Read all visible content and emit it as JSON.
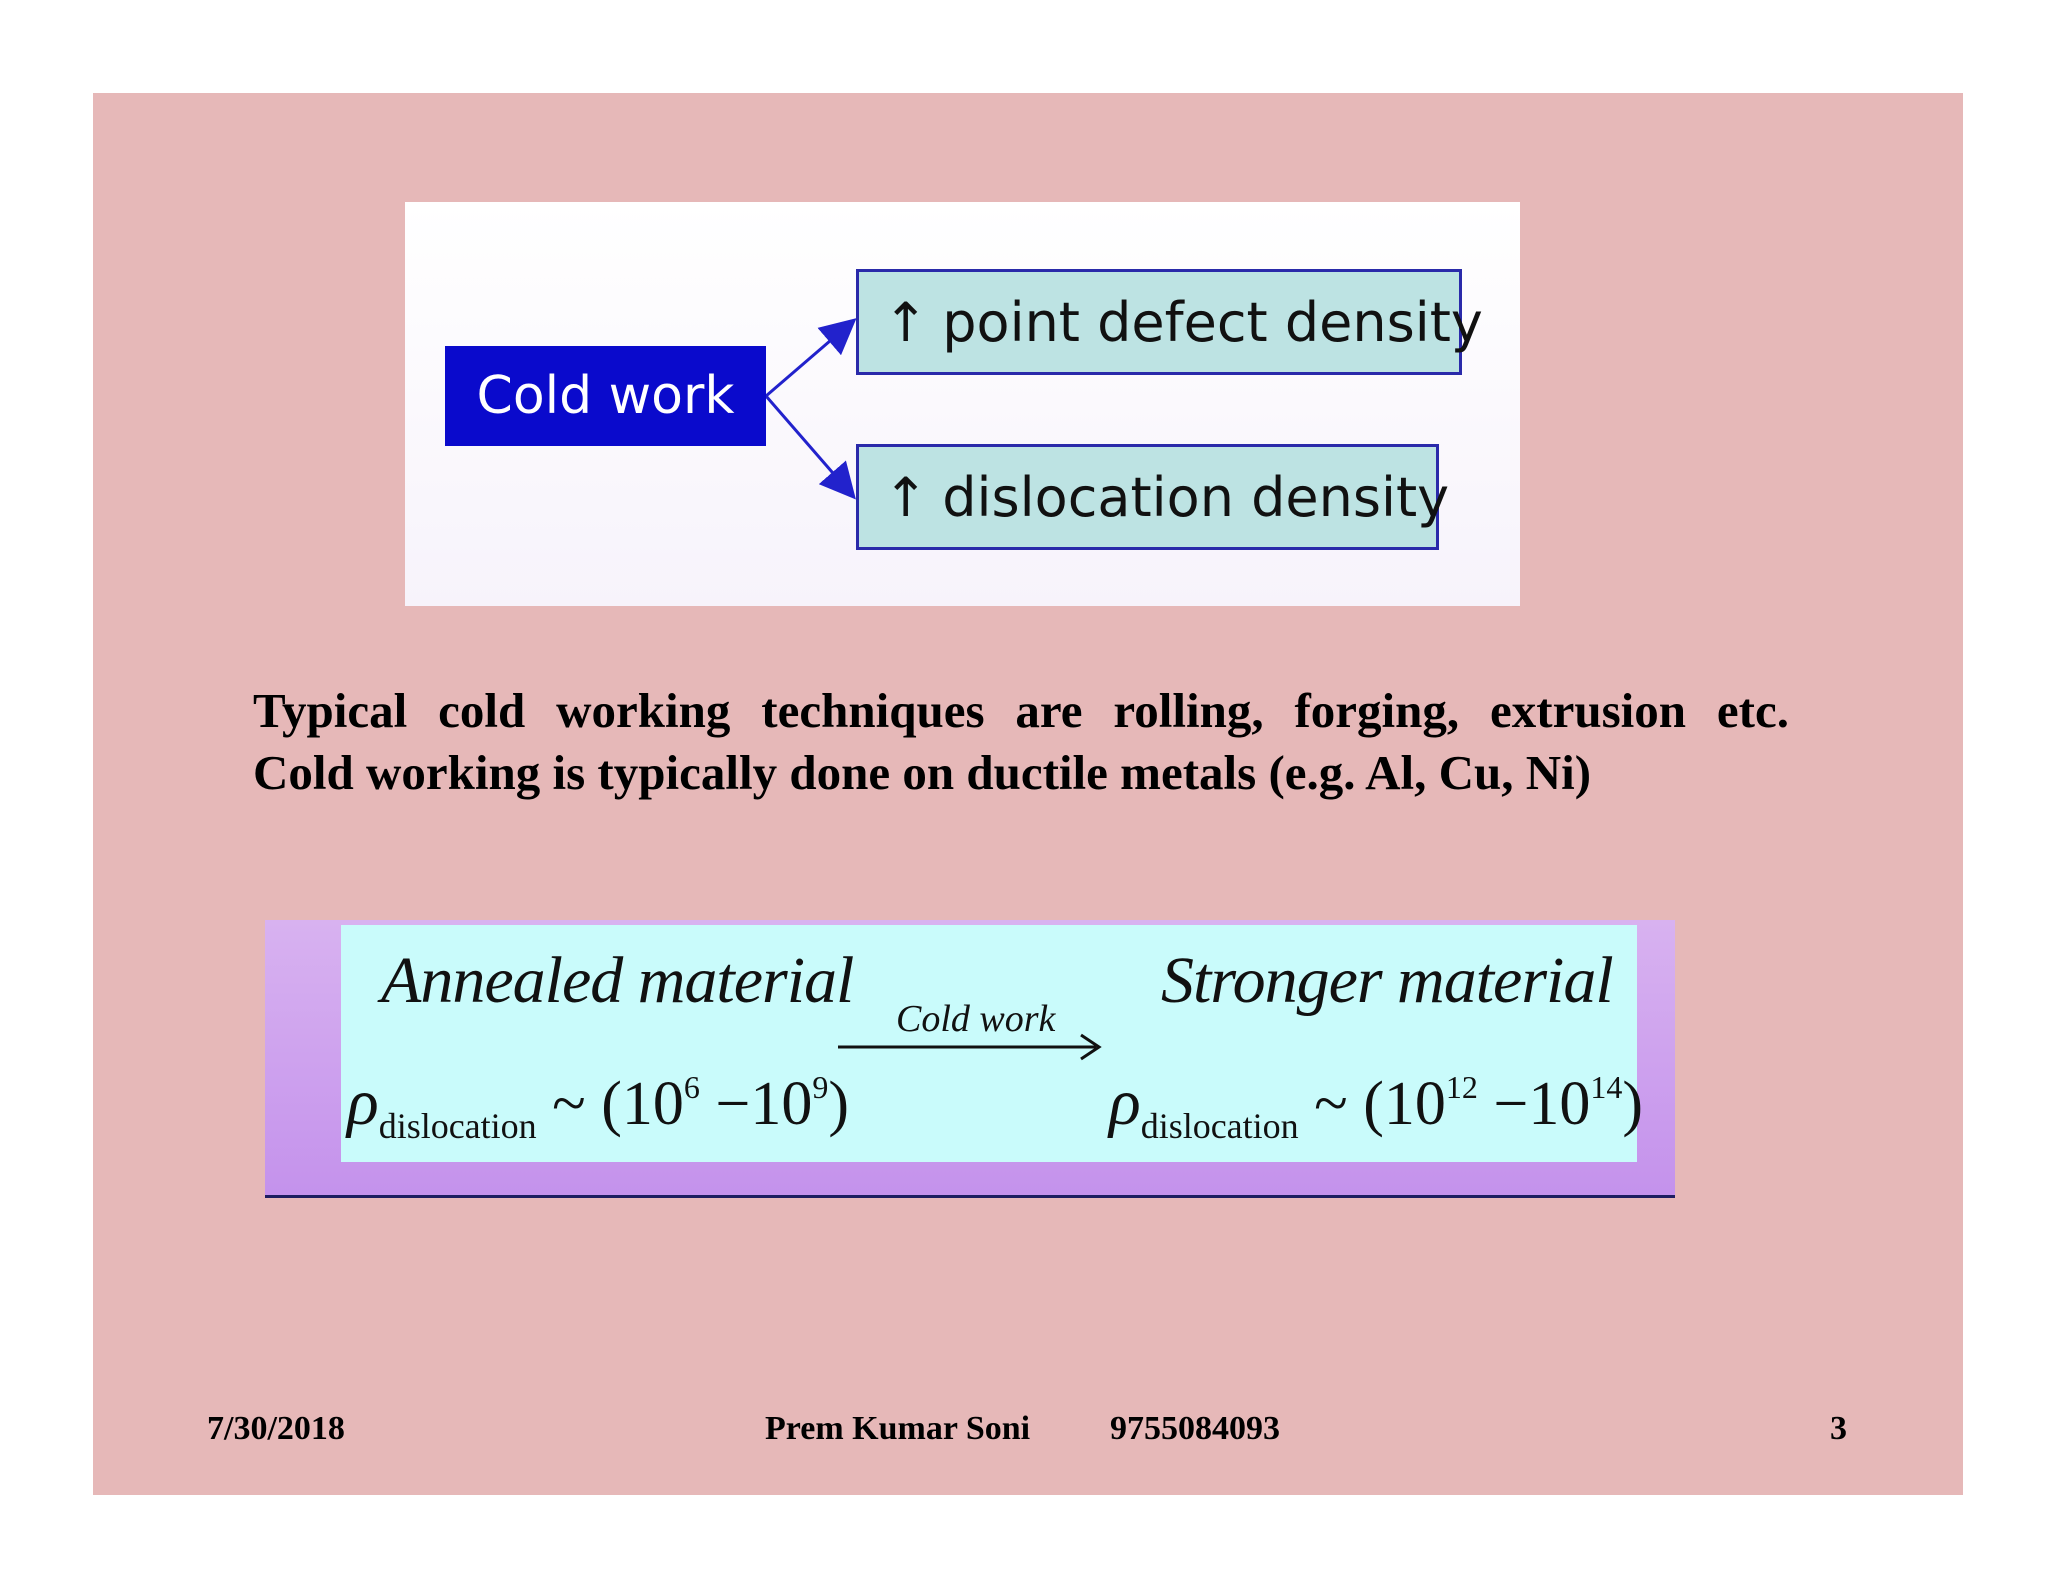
{
  "diagram": {
    "source_label": "Cold work",
    "arrow_glyph": "↑",
    "outcome_1": "point defect density",
    "outcome_2": "dislocation density",
    "colors": {
      "source_box": "#0a0acc",
      "outcome_box": "#bde3e3",
      "arrow": "#2222cc"
    }
  },
  "body": {
    "line_1": "Typical cold working techniques are rolling, forging, extrusion etc.",
    "line_2": "Cold working is typically done on ductile metals (e.g. Al, Cu, Ni)"
  },
  "formula": {
    "left_title": "Annealed material",
    "right_title": "Stronger material",
    "process_label": "Cold work",
    "rho_symbol": "ρ",
    "rho_subscript": "dislocation",
    "left_expr": {
      "prefix": "~ (10",
      "exp_1": "6",
      "middle": " −10",
      "exp_2": "9",
      "suffix": ")"
    },
    "right_expr": {
      "prefix": "~ (10",
      "exp_1": "12",
      "middle": " −10",
      "exp_2": "14",
      "suffix": ")"
    }
  },
  "footer": {
    "date": "7/30/2018",
    "author": "Prem Kumar Soni",
    "phone": "9755084093",
    "page_number": "3"
  }
}
